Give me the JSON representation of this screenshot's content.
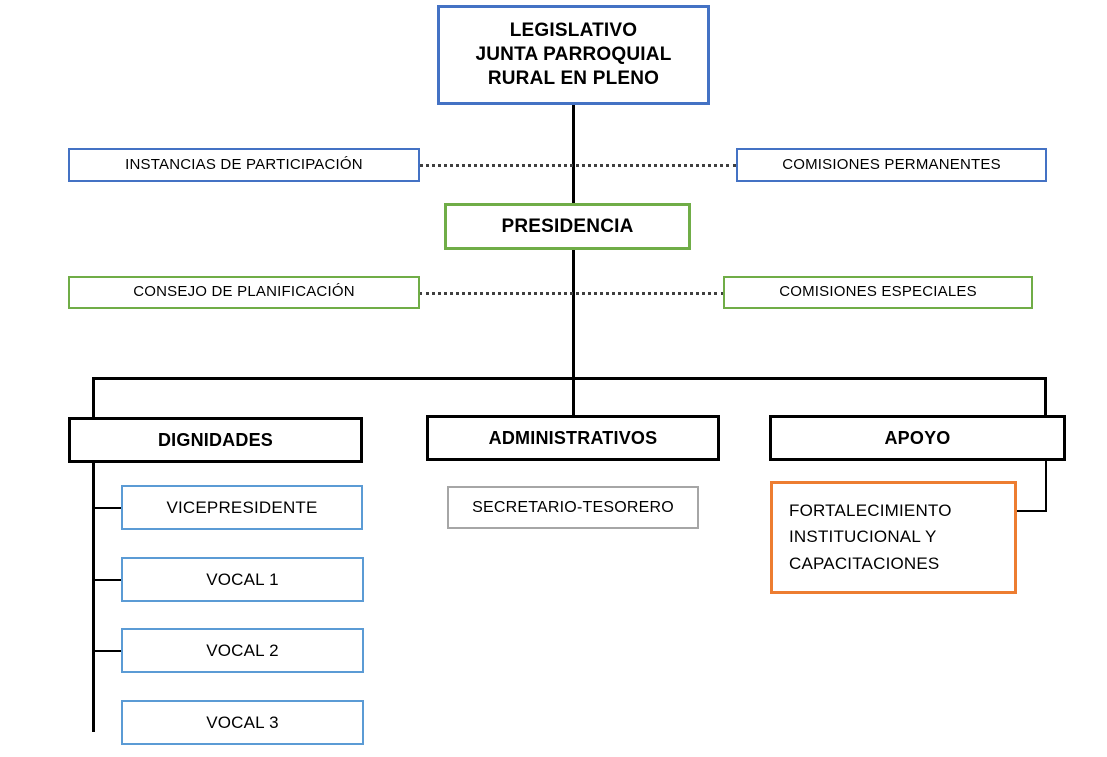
{
  "diagram": {
    "title": "Organigrama GAD Parroquial Rural",
    "type": "organizational-chart",
    "colors": {
      "root_border": "#4472C4",
      "blue_border": "#4472C4",
      "light_blue_border": "#5B9BD5",
      "green_border": "#70AD47",
      "black_border": "#000000",
      "gray_border": "#A6A6A6",
      "orange_border": "#ED7D31",
      "connector": "#000000",
      "dotted_connector": "#3F3F3F",
      "background": "#FFFFFF",
      "text": "#000000"
    }
  },
  "nodes": {
    "root": {
      "label": "LEGISLATIVO\nJUNTA PARROQUIAL\nRURAL EN PLENO"
    },
    "instancias_participacion": {
      "label": "INSTANCIAS  DE PARTICIPACIÓN"
    },
    "comisiones_permanentes": {
      "label": "COMISIONES  PERMANENTES"
    },
    "presidencia": {
      "label": "PRESIDENCIA"
    },
    "consejo_planificacion": {
      "label": "CONSEJO DE PLANIFICACIÓN"
    },
    "comisiones_especiales": {
      "label": "COMISIONES  ESPECIALES"
    },
    "dignidades": {
      "label": "DIGNIDADES"
    },
    "administrativos": {
      "label": "ADMINISTRATIVOS"
    },
    "apoyo": {
      "label": "APOYO"
    },
    "vicepresidente": {
      "label": "VICEPRESIDENTE"
    },
    "vocal_1": {
      "label": "VOCAL 1"
    },
    "vocal_2": {
      "label": "VOCAL 2"
    },
    "vocal_3": {
      "label": "VOCAL 3"
    },
    "secretario_tesorero": {
      "label": "SECRETARIO-TESORERO"
    },
    "fortalecimiento": {
      "label": "FORTALECIMIENTO\nINSTITUCIONAL   Y\nCAPACITACIONES"
    }
  }
}
